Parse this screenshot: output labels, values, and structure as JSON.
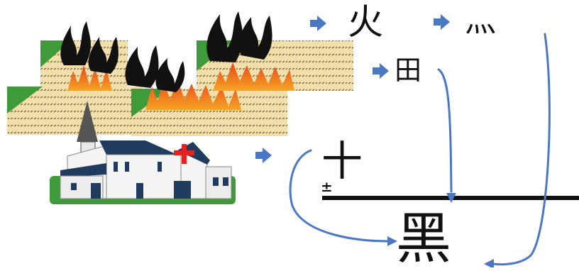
{
  "glyphs": {
    "fire": "火",
    "fire_bottom": "灬",
    "field": "田",
    "ten": "十",
    "earth_mark": "±",
    "result": "黑"
  },
  "colors": {
    "arrow_blue": "#4a78c4",
    "fire_orange": "#f5a623",
    "fire_red": "#e8431c",
    "smoke_black": "#111111",
    "field_sand": "#f2dfaa",
    "field_green": "#3f9a3a",
    "church_white": "#f4f4f4",
    "church_blue": "#1f3b5e",
    "cross_red": "#e02424"
  },
  "icons": [
    "burning-field-icon",
    "church-icon",
    "red-cross-icon",
    "right-arrow-icon"
  ]
}
